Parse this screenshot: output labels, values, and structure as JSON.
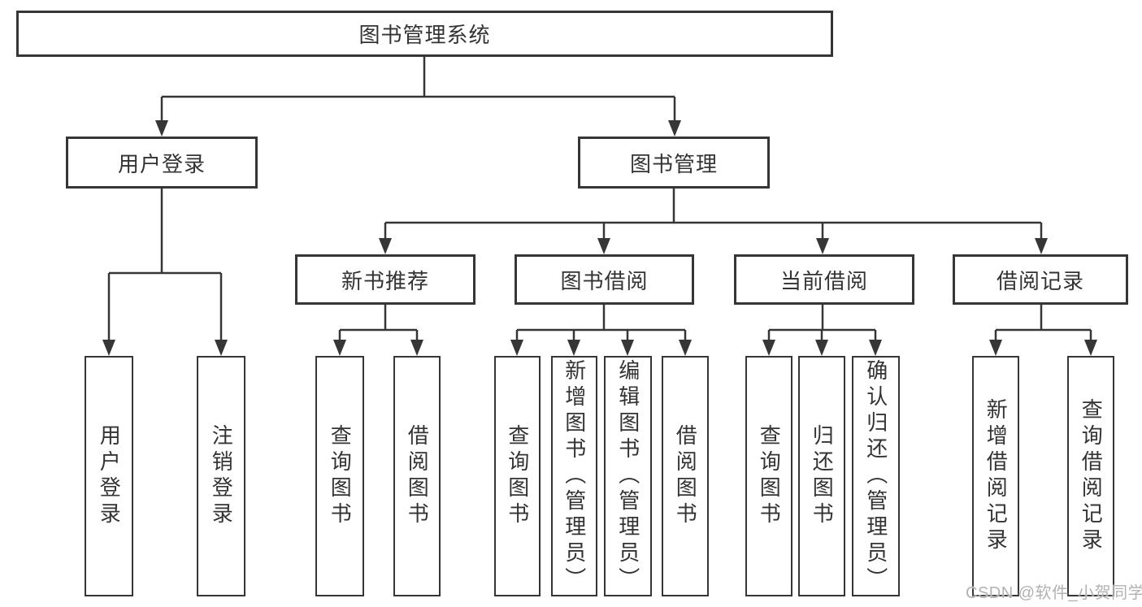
{
  "tree": {
    "label": "图书管理系统",
    "children": [
      {
        "label": "用户登录",
        "children": [
          {
            "label": "用户登录"
          },
          {
            "label": "注销登录"
          }
        ]
      },
      {
        "label": "图书管理",
        "children": [
          {
            "label": "新书推荐",
            "children": [
              {
                "label": "查询图书"
              },
              {
                "label": "借阅图书"
              }
            ]
          },
          {
            "label": "图书借阅",
            "children": [
              {
                "label": "查询图书"
              },
              {
                "label": "新增图书（管理员）"
              },
              {
                "label": "编辑图书（管理员）"
              },
              {
                "label": "借阅图书"
              }
            ]
          },
          {
            "label": "当前借阅",
            "children": [
              {
                "label": "查询图书"
              },
              {
                "label": "归还图书"
              },
              {
                "label": "确认归还（管理员）"
              }
            ]
          },
          {
            "label": "借阅记录",
            "children": [
              {
                "label": "新增借阅记录"
              },
              {
                "label": "查询借阅记录"
              }
            ]
          }
        ]
      }
    ]
  },
  "watermark": "CSDN @软件_小贺同学",
  "colors": {
    "line": "#363636",
    "text": "#333333",
    "watermark": "#b2b2b2",
    "background": "#ffffff"
  }
}
